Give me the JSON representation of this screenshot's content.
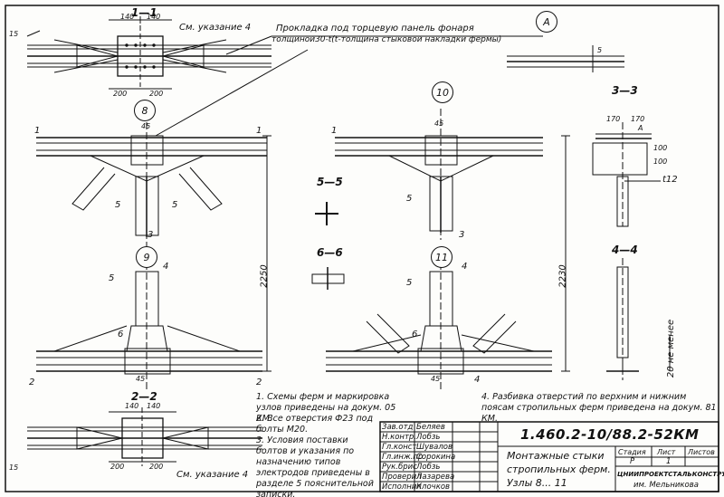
{
  "top_left": {
    "section_1_1": "1—1",
    "dim_140a": "140",
    "dim_140b": "140",
    "note_ref": "См. указание 4",
    "dim_15": "15",
    "dim_200a": "200",
    "dim_200b": "200"
  },
  "leader_text": {
    "line1": "Прокладка под торцевую панель фонаря",
    "line2": "толщиной30-t(t-толщина стыковой накладки фермы)"
  },
  "circles": {
    "A": "A",
    "n8": "8",
    "n10": "10",
    "n9": "9",
    "n11": "11"
  },
  "detail_A": {
    "dim_5": "5"
  },
  "sections": {
    "s3_3": "3—3",
    "s5_5": "5—5",
    "s6_6": "6—6",
    "s4_4": "4—4",
    "s2_2": "2—2"
  },
  "marks": {
    "n1": "1",
    "n2": "2",
    "n3": "3",
    "n4": "4",
    "n5": "5",
    "n6": "6"
  },
  "dims": {
    "d45": "45",
    "d45b": "45",
    "d2250": "2250",
    "d2230": "2230",
    "d170a": "170",
    "d170b": "170",
    "dA": "A",
    "d100": "100",
    "d100b": "100",
    "d12": "t12",
    "d20": "20 не менее"
  },
  "bottom_left": {
    "dim_140a": "140",
    "dim_140b": "140",
    "dim_15": "15",
    "dim_200a": "200",
    "dim_200b": "200",
    "note_ref": "См. указание 4"
  },
  "notes": {
    "n1": "1. Схемы ферм и маркировка узлов приведены на докум. 05 КМ.",
    "n2": "2. Все отверстия Ф23 под болты М20.",
    "n3": "3. Условия поставки болтов и указания по назначению типов электродов приведены в разделе 5 пояснительной записки.",
    "n4": "4. Разбивка отверстий по верхним и нижним поясам стропильных ферм приведена на докум. 81 КМ."
  },
  "title_block": {
    "code": "1.460.2-10/88.2-52КМ",
    "title1": "Монтажные стыки",
    "title2": "стропильных ферм.",
    "title3": "Узлы 8... 11",
    "stage_h": "Стадия",
    "sheet_h": "Лист",
    "sheets_h": "Листов",
    "stage_v": "Р",
    "sheet_v": "1",
    "org": "ЦНИИПРОЕКТСТАЛЬКОНСТРУКЦИЯ",
    "org2": "им. Мельникова",
    "people": [
      {
        "role": "Зав.отд",
        "name": "Беляев"
      },
      {
        "role": "Н.контр.",
        "name": "Лобзь"
      },
      {
        "role": "Гл.конст",
        "name": "Шувалов"
      },
      {
        "role": "Гл.инж.пр",
        "name": "Сорокина"
      },
      {
        "role": "Рук.брис",
        "name": "Лобзь"
      },
      {
        "role": "Проверил",
        "name": "Лазарева"
      },
      {
        "role": "Исполнил",
        "name": "Клочков"
      }
    ]
  }
}
